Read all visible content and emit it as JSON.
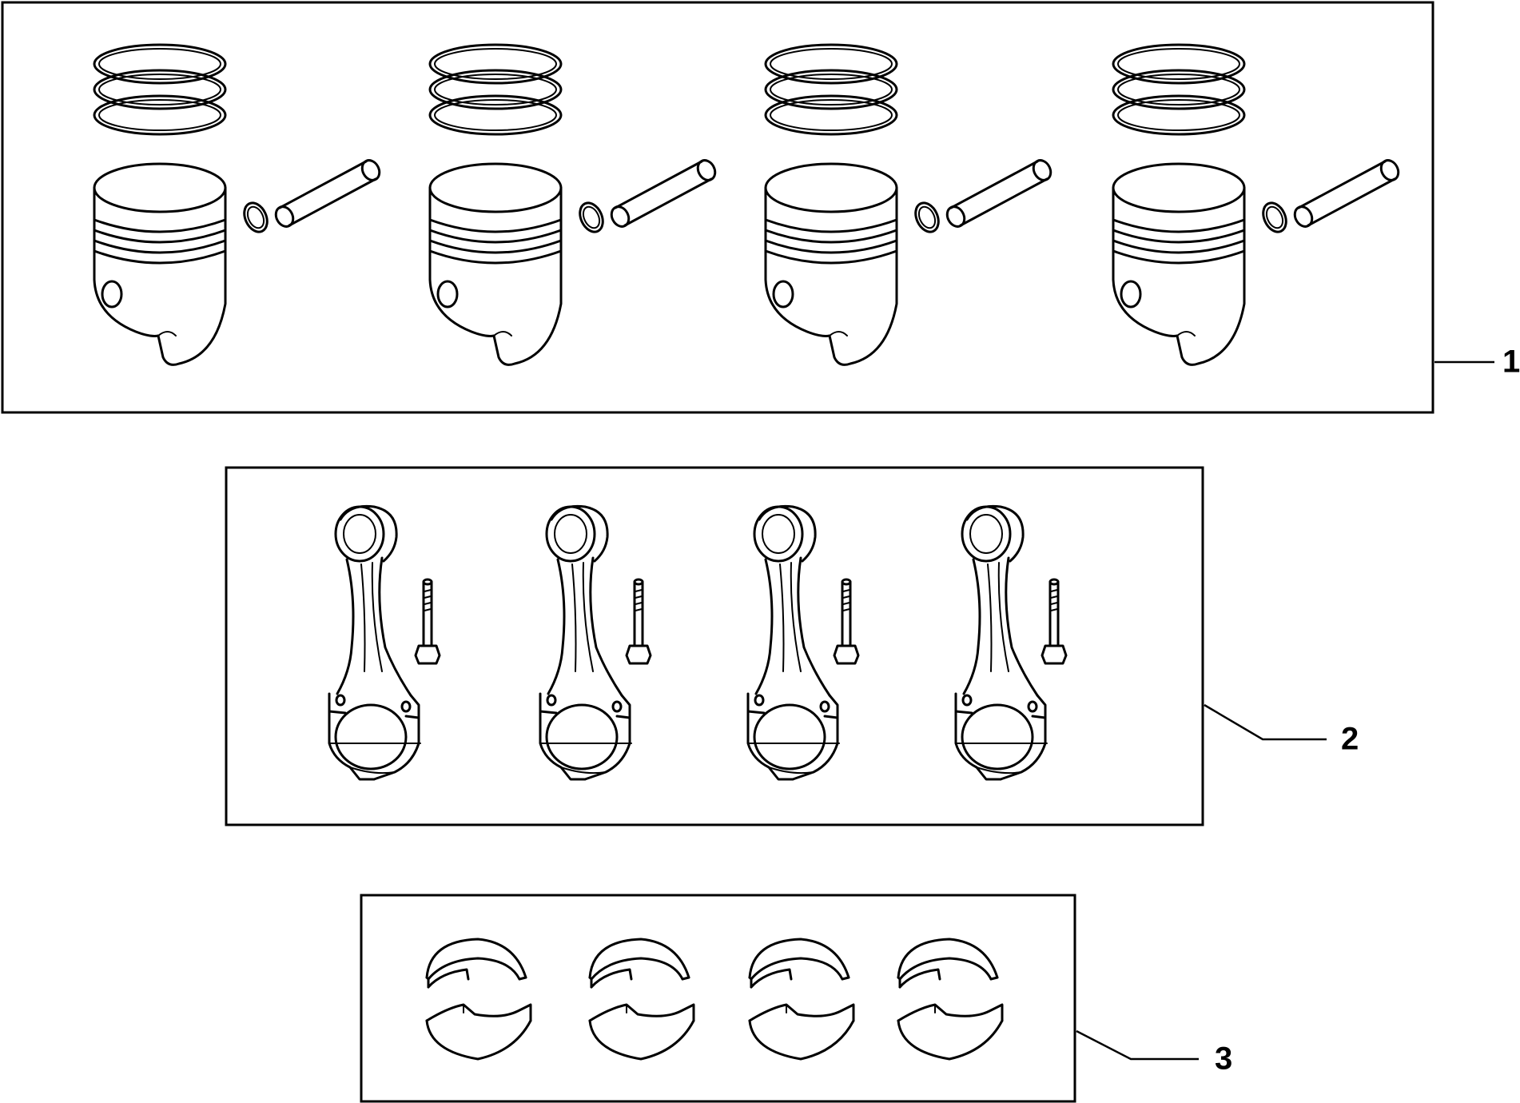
{
  "diagram": {
    "callouts": [
      {
        "label": "1",
        "part": "pistons-kit"
      },
      {
        "label": "2",
        "part": "connecting-rods-kit"
      },
      {
        "label": "3",
        "part": "bearing-shells-kit"
      }
    ],
    "groups": [
      {
        "name": "pistons-kit",
        "item_count": 4
      },
      {
        "name": "connecting-rods-kit",
        "item_count": 4
      },
      {
        "name": "bearing-shells-kit",
        "item_count": 4
      }
    ]
  }
}
